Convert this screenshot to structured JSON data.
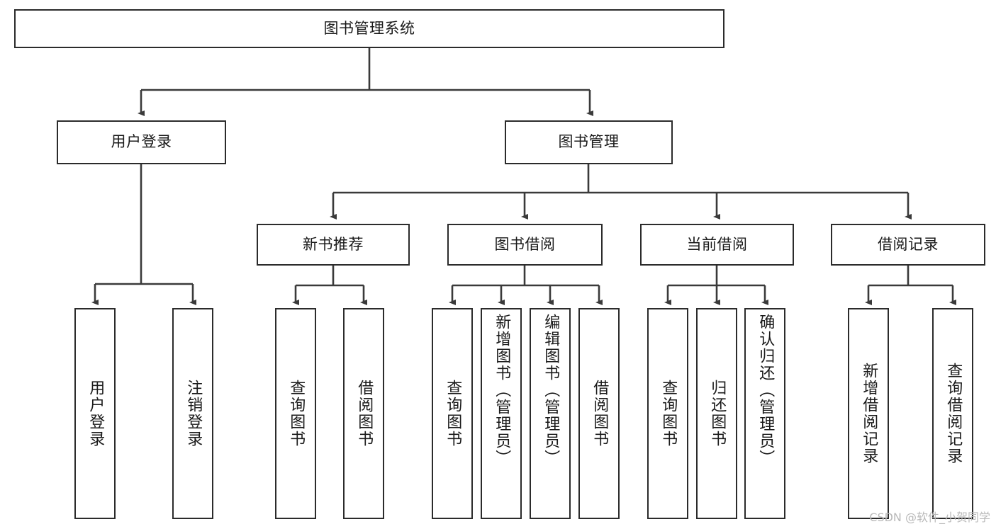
{
  "diagram": {
    "type": "tree",
    "title": "图书管理系统",
    "root": {
      "label": "图书管理系统"
    },
    "level2": [
      {
        "label": "用户登录"
      },
      {
        "label": "图书管理"
      }
    ],
    "level3": [
      {
        "label": "新书推荐"
      },
      {
        "label": "图书借阅"
      },
      {
        "label": "当前借阅"
      },
      {
        "label": "借阅记录"
      }
    ],
    "leaves": {
      "user_login": [
        {
          "label": "用户登录"
        },
        {
          "label": "注销登录"
        }
      ],
      "new_book_recommend": [
        {
          "label": "查询图书"
        },
        {
          "label": "借阅图书"
        }
      ],
      "book_borrow": [
        {
          "label": "查询图书"
        },
        {
          "label": "新增图书（管理员）"
        },
        {
          "label": "编辑图书（管理员）"
        },
        {
          "label": "借阅图书"
        }
      ],
      "current_borrow": [
        {
          "label": "查询图书"
        },
        {
          "label": "归还图书"
        },
        {
          "label": "确认归还（管理员）"
        }
      ],
      "borrow_record": [
        {
          "label": "新增借阅记录"
        },
        {
          "label": "查询借阅记录"
        }
      ]
    }
  },
  "watermark": {
    "text": "CSDN @软件_小贺同学"
  },
  "colors": {
    "border": "#2b2b2b",
    "connector": "#3a3a3a",
    "text": "#1a1a1a",
    "background": "#ffffff",
    "watermark": "#b9b9b9"
  }
}
